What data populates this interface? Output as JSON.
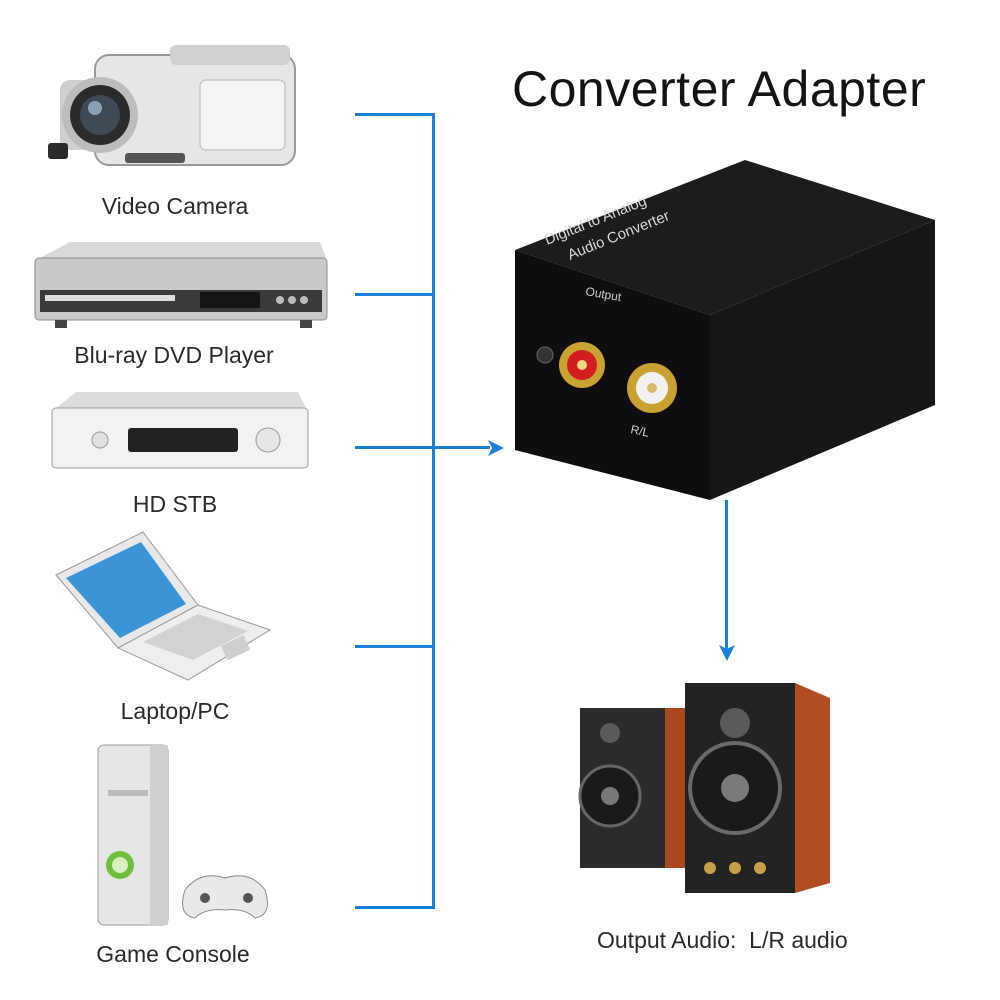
{
  "title": "Converter Adapter",
  "devices": [
    {
      "label": "Video Camera",
      "icon": "video-camera-icon"
    },
    {
      "label": "Blu-ray DVD Player",
      "icon": "bluray-player-icon"
    },
    {
      "label": "HD STB",
      "icon": "set-top-box-icon"
    },
    {
      "label": "Laptop/PC",
      "icon": "laptop-icon"
    },
    {
      "label": "Game Console",
      "icon": "game-console-icon"
    }
  ],
  "converter": {
    "box_text_line1": "Digital to Analog",
    "box_text_line2": "Audio Converter",
    "output_text": "Output",
    "port_text": "R/L",
    "icon": "converter-box-icon"
  },
  "output": {
    "label": "Output Audio:  L/R audio",
    "icon": "speakers-icon"
  },
  "colors": {
    "wire": "#1a7fd6",
    "title_text": "#141414",
    "label_text": "#2a2a2a"
  }
}
